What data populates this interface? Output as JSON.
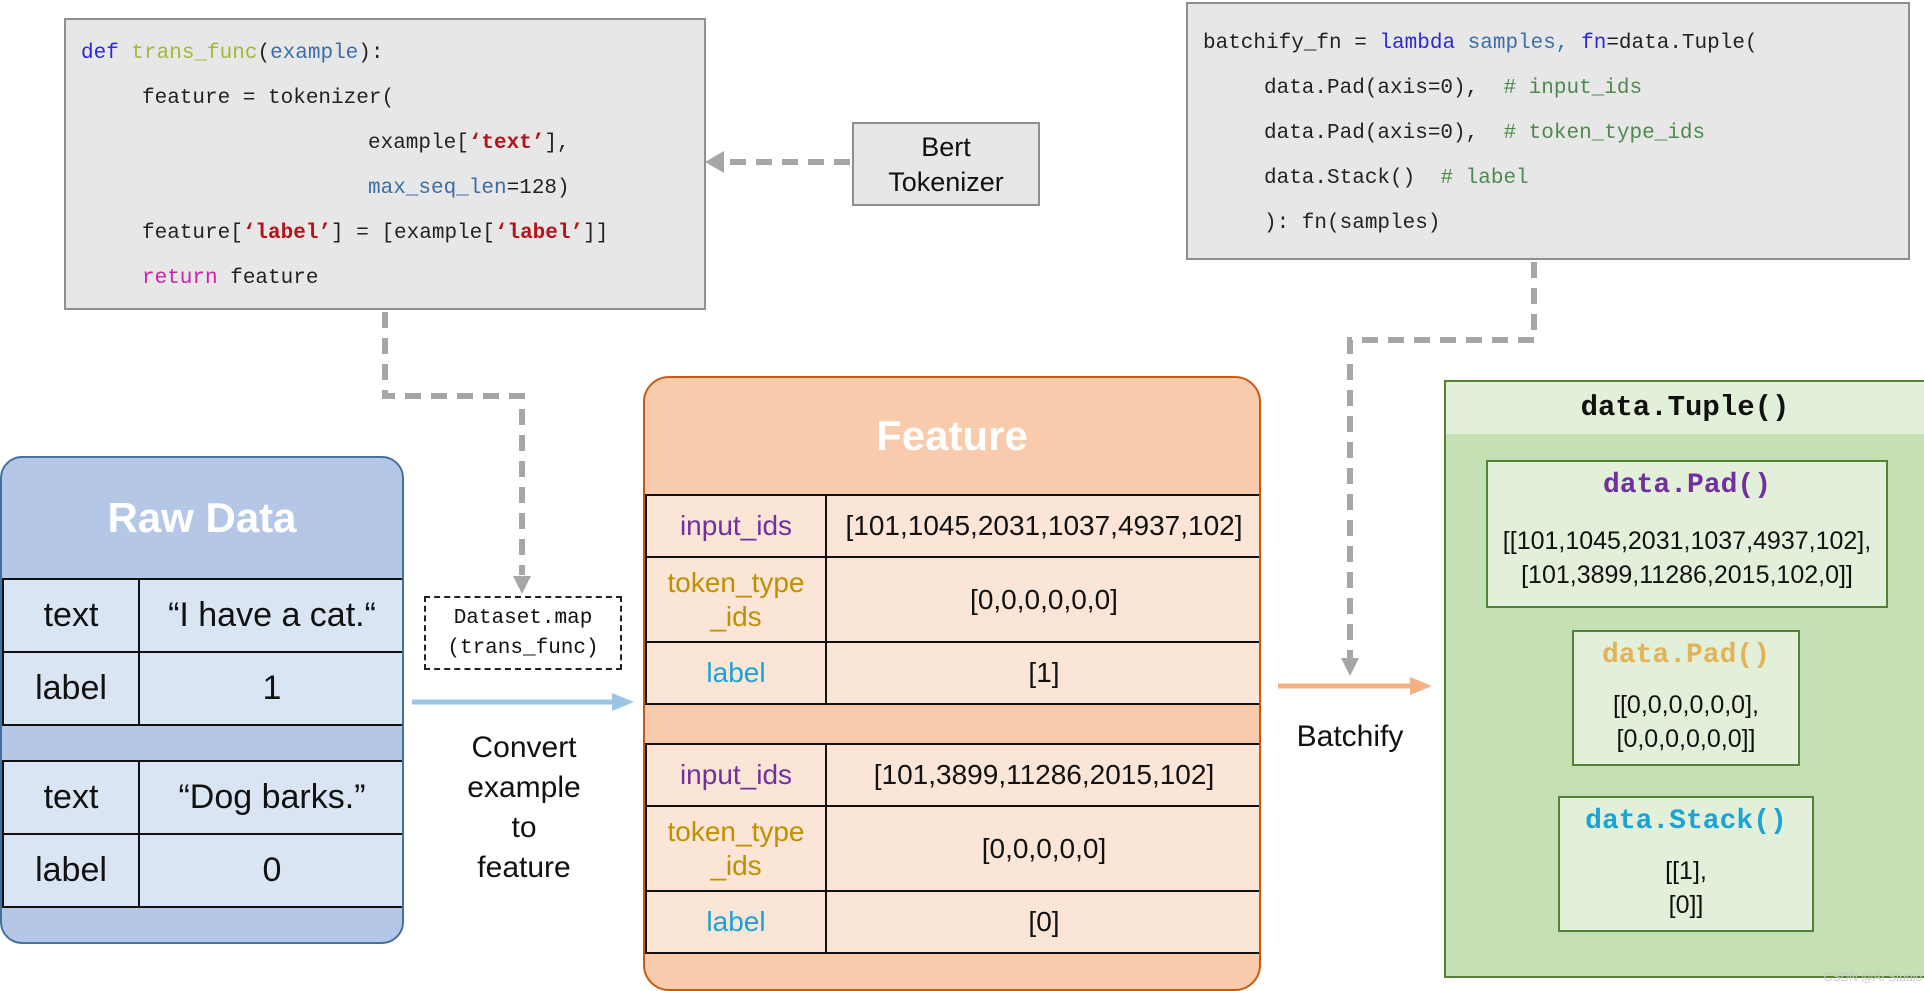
{
  "trans_func_code": {
    "l1_def": "def",
    "l1_name": "trans_func",
    "l1_open": "(",
    "l1_param": "example",
    "l1_close": "):",
    "l2": "feature = tokenizer(",
    "l3_pre": "example[",
    "l3_str": "‘text’",
    "l3_post": "],",
    "l4_param": "max_seq_len",
    "l4_rest": "=128)",
    "l5_a": "feature[",
    "l5_str1": "‘label’",
    "l5_b": "] = [example[",
    "l5_str2": "‘label’",
    "l5_c": "]]",
    "l6_kw": "return",
    "l6_rest": " feature"
  },
  "tokenizer_box": {
    "line1": "Bert",
    "line2": "Tokenizer"
  },
  "batchify_code": {
    "l1_a": "batchify_fn = ",
    "l1_kw": "lambda",
    "l1_b": " samples, ",
    "l1_param": "fn",
    "l1_c": "=data.Tuple(",
    "l2_code": "data.Pad(axis=0),  ",
    "l2_cmt": "# input_ids",
    "l3_code": "data.Pad(axis=0),  ",
    "l3_cmt": "# token_type_ids",
    "l4_code": "data.Stack()  ",
    "l4_cmt": "# label",
    "l5": "): fn(samples)"
  },
  "raw_data": {
    "title": "Raw Data",
    "examples": [
      {
        "text_key": "text",
        "text_value": "“I have a cat.“",
        "label_key": "label",
        "label_value": "1"
      },
      {
        "text_key": "text",
        "text_value": "“Dog barks.”",
        "label_key": "label",
        "label_value": "0"
      }
    ]
  },
  "map_box": {
    "line1": "Dataset.map",
    "line2": "(trans_func)"
  },
  "convert_label": [
    "Convert",
    "example",
    "to",
    "feature"
  ],
  "feature": {
    "title": "Feature",
    "examples": [
      {
        "input_ids_key": "input_ids",
        "input_ids": "[101,1045,2031,1037,4937,102]",
        "token_type_key_1": "token_type",
        "token_type_key_2": "_ids",
        "token_type_ids": "[0,0,0,0,0,0]",
        "label_key": "label",
        "label": "[1]"
      },
      {
        "input_ids_key": "input_ids",
        "input_ids": "[101,3899,11286,2015,102]",
        "token_type_key_1": "token_type",
        "token_type_key_2": "_ids",
        "token_type_ids": "[0,0,0,0,0]",
        "label_key": "label",
        "label": "[0]"
      }
    ]
  },
  "batchify_label": "Batchify",
  "tuple_panel": {
    "title": "data.Tuple()",
    "pad1": {
      "title": "data.Pad()",
      "line1": "[[101,1045,2031,1037,4937,102],",
      "line2": "[101,3899,11286,2015,102,0]]"
    },
    "pad2": {
      "title": "data.Pad()",
      "line1": "[[0,0,0,0,0,0],",
      "line2": "[0,0,0,0,0,0]]"
    },
    "stack": {
      "title": "data.Stack()",
      "line1": "[[1],",
      "line2": "[0]]"
    }
  },
  "watermark": "CSDN @AI Studio",
  "colors": {
    "raw_fill": "#b4c7e7",
    "raw_cell": "#dae5f4",
    "raw_border": "#41719c",
    "feature_fill": "#f8cbad",
    "feature_cell": "#fbe5d6",
    "feature_border": "#c55a11",
    "tuple_fill": "#c5e0b4",
    "tuple_inner": "#e2efd9",
    "tuple_border": "#548235",
    "arrow_blue": "#9dc3e6",
    "arrow_orange": "#f4b183",
    "arrow_gray": "#a6a6a6",
    "key_purple": "#7030a0",
    "key_gold": "#bf9000",
    "key_blue": "#1ba3d6",
    "pad2_title": "#e3b35a",
    "stack_title": "#1ba3d6"
  }
}
